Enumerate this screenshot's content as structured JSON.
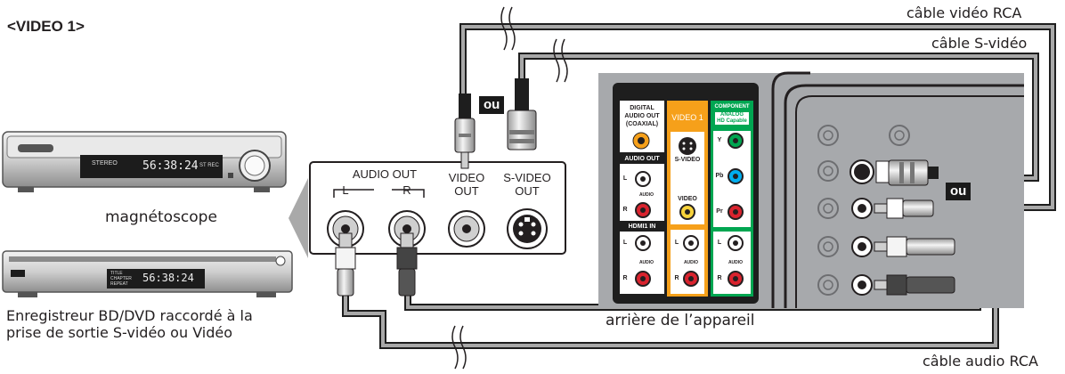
{
  "heading": "<VIDEO 1>",
  "labels": {
    "rca_video_cable": "câble vidéo RCA",
    "svideo_cable": "câble S-vidéo",
    "audio_cable": "câble audio RCA",
    "vcr": "magnétoscope",
    "recorder_line1": "Enregistreur BD/DVD raccordé à la",
    "recorder_line2": "prise de sortie S-vidéo ou Vidéo",
    "rear": "arrière de l’appareil",
    "or": "ou"
  },
  "device_jacks": {
    "audio_out": "AUDIO OUT",
    "left": "L",
    "right": "R",
    "video_out_1": "VIDEO",
    "video_out_2": "OUT",
    "svideo_out_1": "S-VIDEO",
    "svideo_out_2": "OUT"
  },
  "tv_panel": {
    "digital_1": "DIGITAL",
    "digital_2": "AUDIO OUT",
    "digital_3": "(COAXIAL)",
    "audio_out": "AUDIO OUT",
    "hdmi1_in": "HDMI1 IN",
    "video1": "VIDEO 1",
    "svideo": "S-VIDEO",
    "video": "VIDEO",
    "component": "COMPONENT",
    "analog_1": "ANALOG",
    "analog_2": "HD Capable",
    "l": "L",
    "r": "R",
    "audio": "AUDIO",
    "y": "Y",
    "pb": "Pb",
    "pr": "Pr"
  },
  "vcr_display": "56:38:24",
  "recorder_display": "56:38:24",
  "vcr_small_1": "STEREO",
  "vcr_small_2": "ST  REC",
  "rec_small_1": "TITLE",
  "rec_small_2": "CHAPTER",
  "rec_small_3": "REPEAT"
}
